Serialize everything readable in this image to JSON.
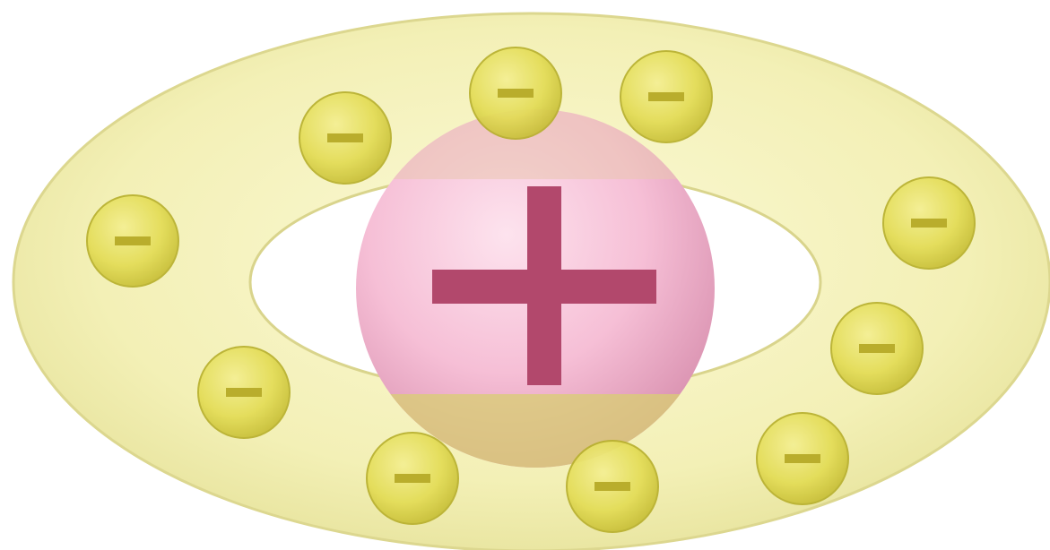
{
  "diagram": {
    "colors": {
      "background": "#ffffff",
      "ring_fill": "#f3f0b6",
      "ring_edge": "#d9d48c",
      "electron_fill": "#e3dc55",
      "electron_edge": "#b8b02e",
      "electron_sign": "#b9ad2c",
      "nucleus_fill": "#f6bfd6",
      "nucleus_shadow": "#cf7f9f",
      "nucleus_sign": "#b2486c"
    },
    "nucleus": {
      "sign_icon": "plus-sign",
      "charge": "+"
    },
    "electrons": {
      "count": 10,
      "sign_icon": "minus-sign",
      "charge": "−"
    }
  }
}
